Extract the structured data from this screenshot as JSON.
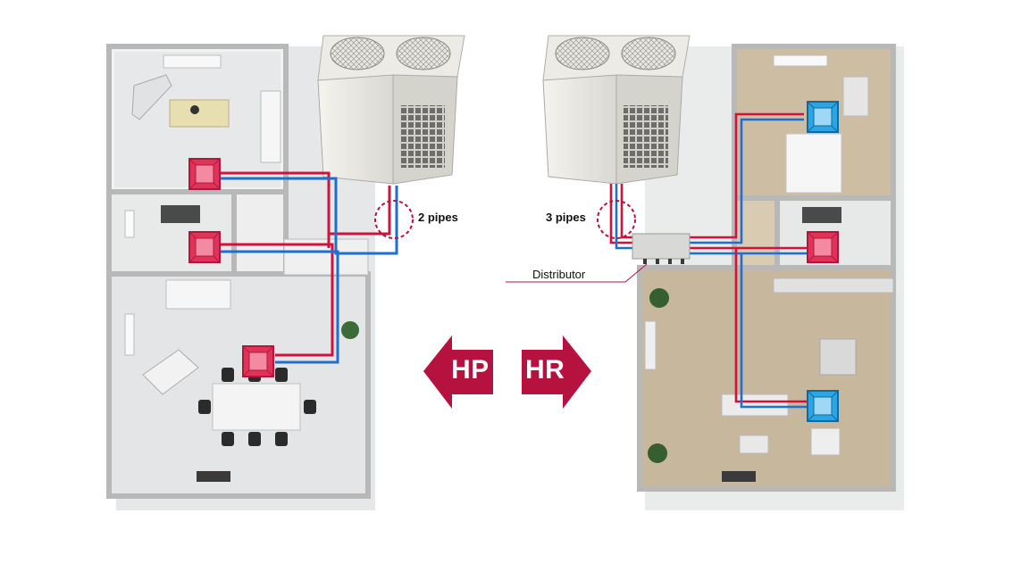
{
  "left_system": {
    "pipe_label": "2 pipes",
    "arrow_label": "HP",
    "unit_mode": "heating",
    "indoor_units": [
      "heating",
      "heating",
      "heating"
    ]
  },
  "right_system": {
    "pipe_label": "3 pipes",
    "arrow_label": "HR",
    "distributor_label": "Distributor",
    "indoor_units": [
      "cooling",
      "heating",
      "cooling"
    ]
  },
  "colors": {
    "heat_unit": "#e0335a",
    "cool_unit": "#2aa6e6",
    "pipe_red": "#d2123c",
    "pipe_blue": "#1e6fd0",
    "arrow": "#b5123f",
    "floor_office": "#e9ebec",
    "floor_home": "#cbb99e"
  }
}
